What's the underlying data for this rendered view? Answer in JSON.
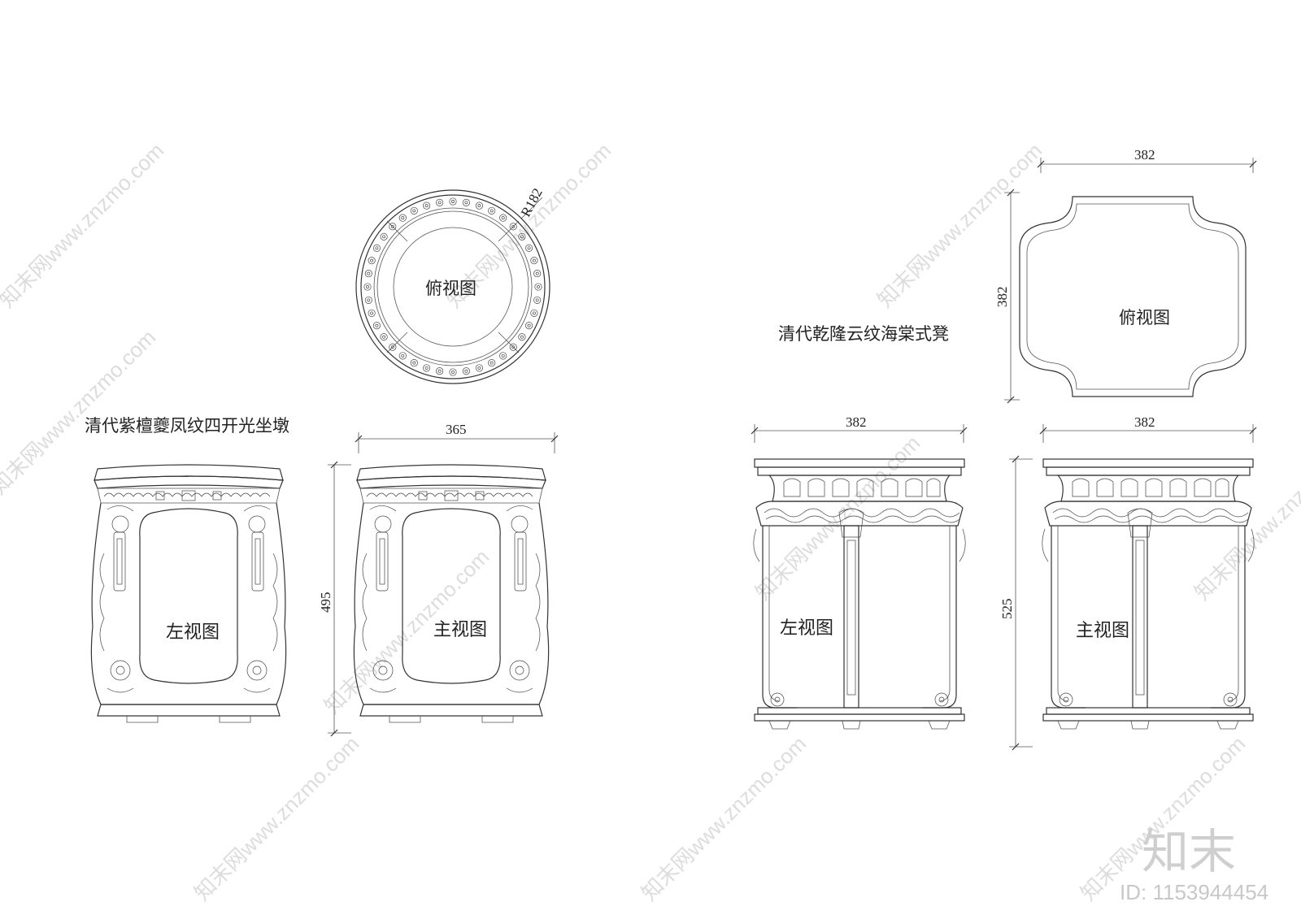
{
  "drawing": {
    "left_piece": {
      "title": "清代紫檀夔凤纹四开光坐墩",
      "top_view_label": "俯视图",
      "left_view_label": "左视图",
      "front_view_label": "主视图",
      "radius_dim": "R182",
      "width_dim": "365",
      "height_dim": "495"
    },
    "right_piece": {
      "title": "清代乾隆云纹海棠式凳",
      "top_view_label": "俯视图",
      "left_view_label": "左视图",
      "front_view_label": "主视图",
      "top_width_dim": "382",
      "top_depth_dim": "382",
      "left_width_dim": "382",
      "front_width_dim": "382",
      "height_dim": "525"
    }
  },
  "watermark": {
    "text": "知末网www.znzmo.com",
    "brand": "知末",
    "id": "ID: 1153944454"
  }
}
